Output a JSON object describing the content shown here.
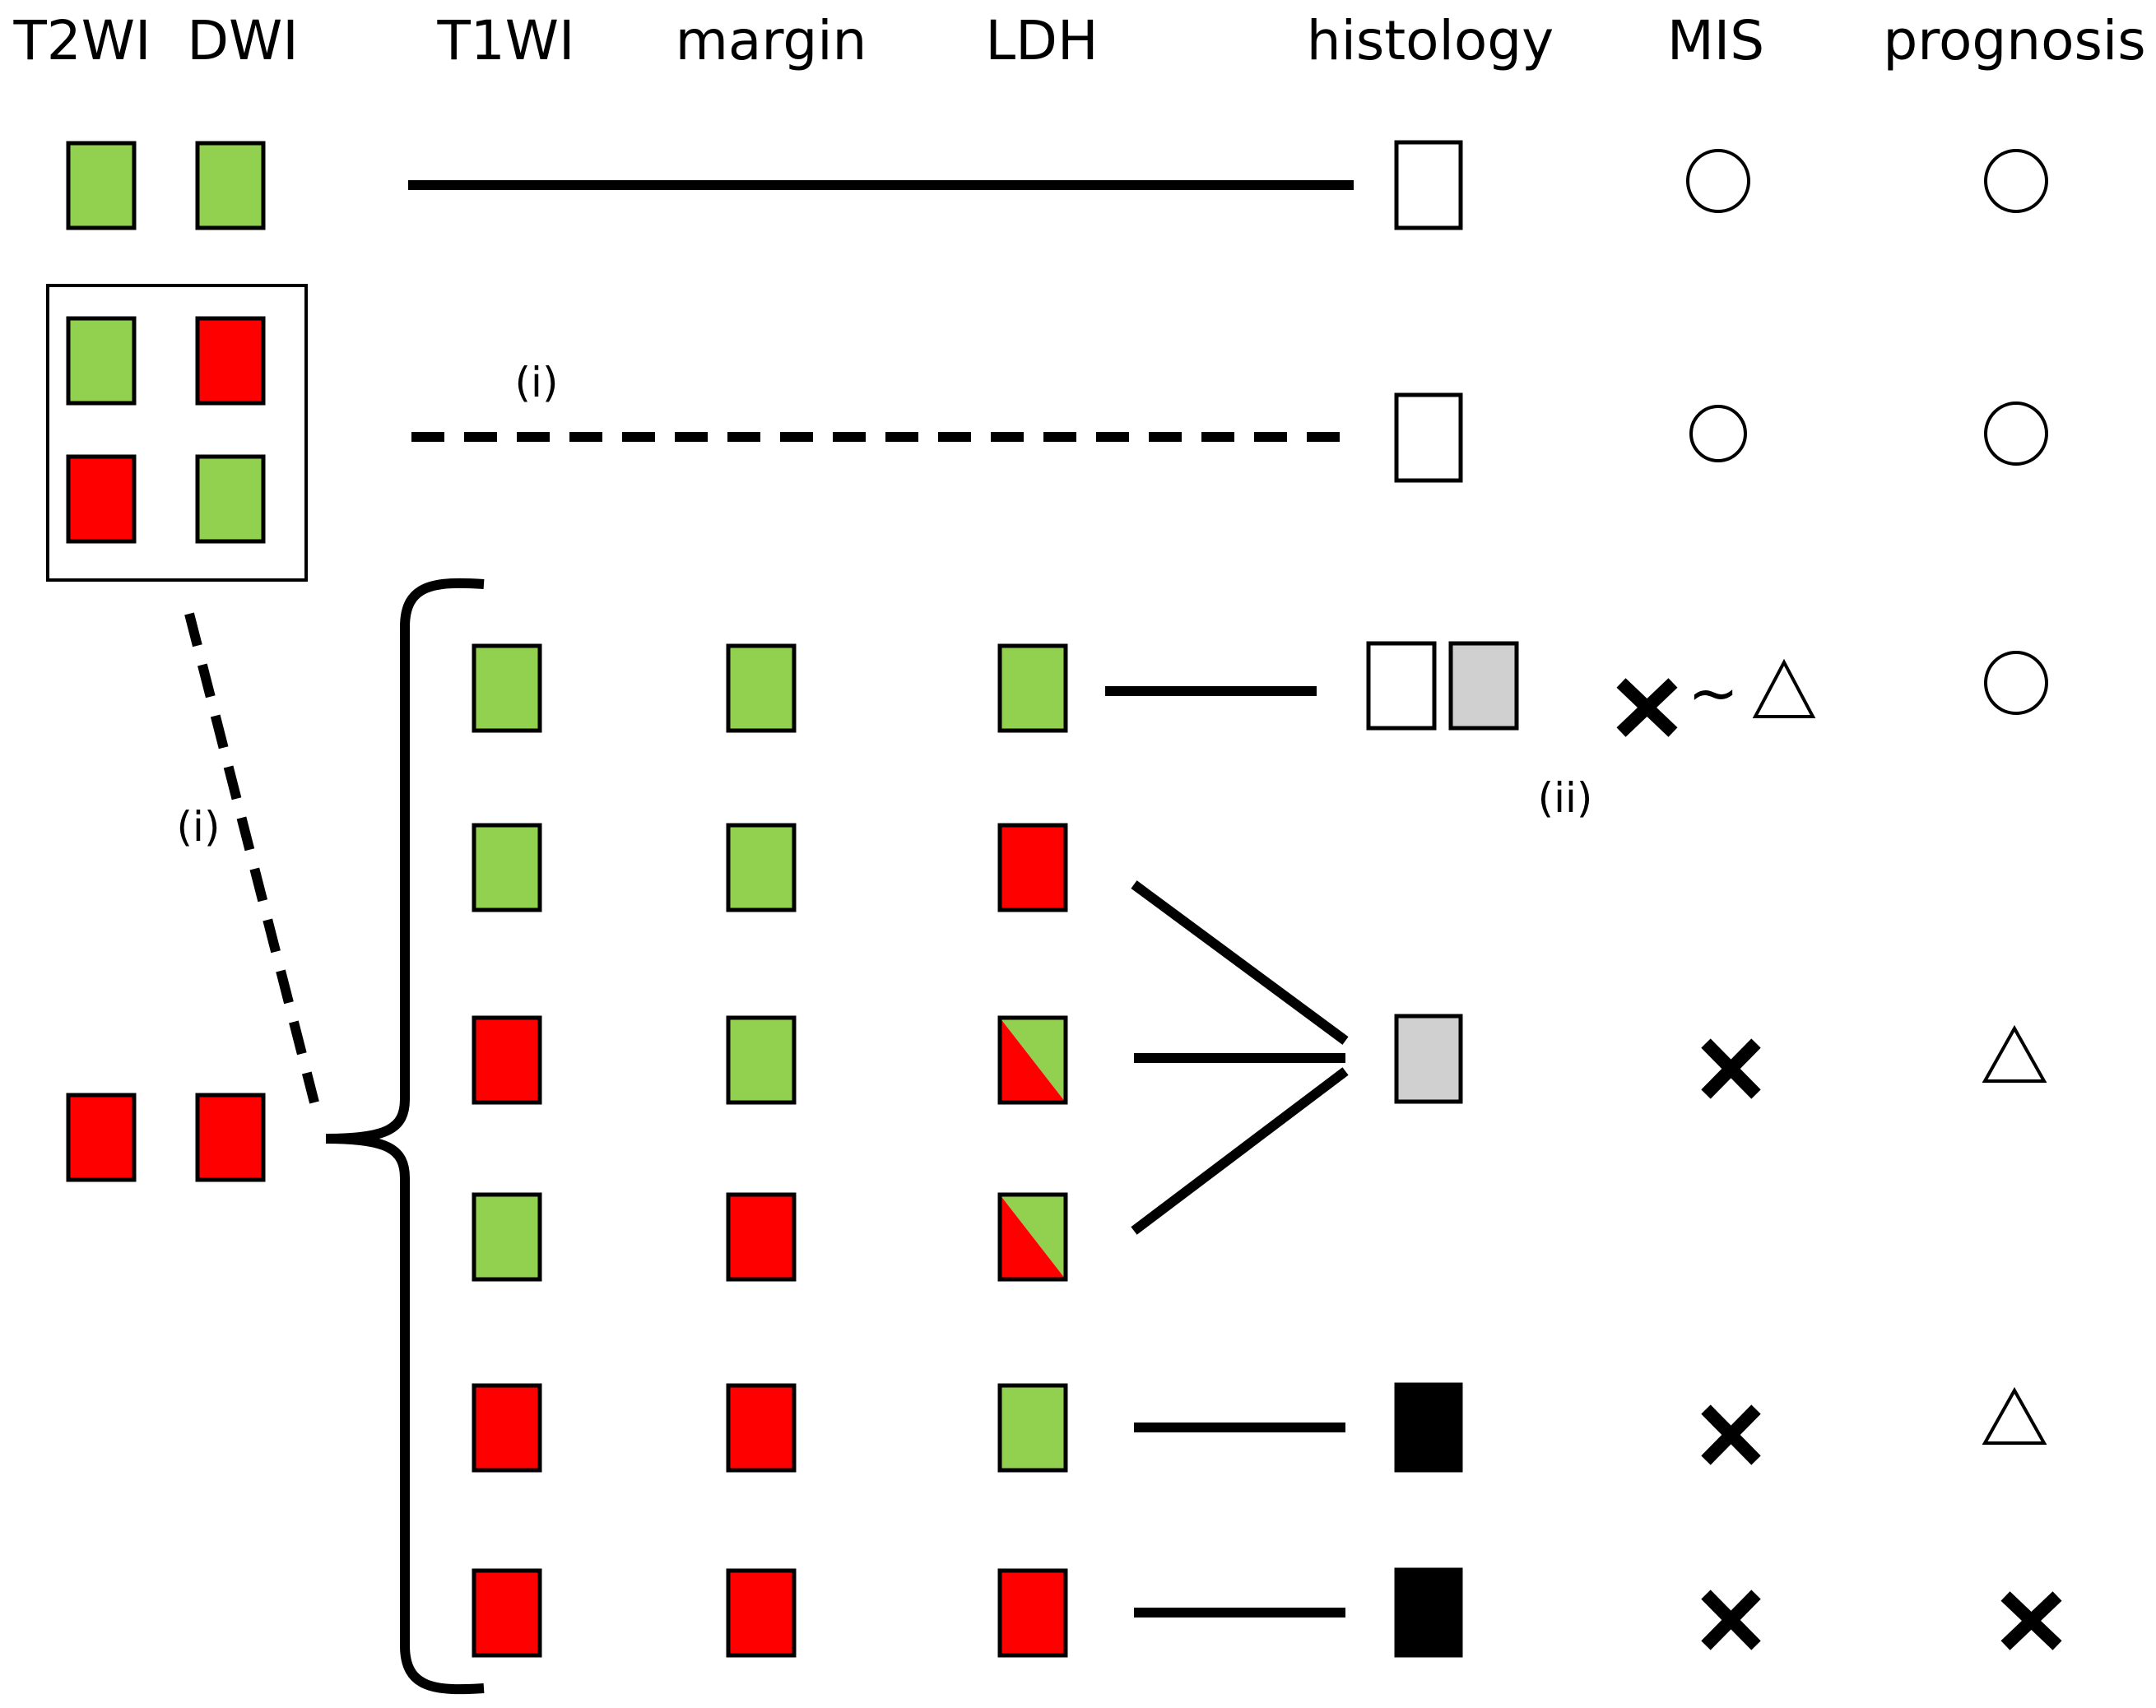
{
  "headers": {
    "t2wi": "T2WI",
    "dwi": "DWI",
    "t1wi": "T1WI",
    "margin": "margin",
    "ldh": "LDH",
    "histology": "histology",
    "mis": "MIS",
    "prognosis": "prognosis"
  },
  "notes": {
    "dashed_top": "(i)",
    "dashed_left": "(i)",
    "row3_label": "(ii)",
    "tilde": "~"
  },
  "colors": {
    "green": "#92d050",
    "red": "#ff0000",
    "white": "#ffffff",
    "gray": "#d0d0d0",
    "black": "#000000"
  },
  "legend_semantics": {
    "green_box": "green",
    "red_box": "red",
    "histology_boxes": [
      "white",
      "gray",
      "black"
    ],
    "outcome_symbols": [
      "circle",
      "triangle",
      "cross"
    ]
  },
  "rows": [
    {
      "t2wi": "green",
      "dwi": "green",
      "histology": [
        "white"
      ],
      "mis": [
        "circle"
      ],
      "prognosis": "circle"
    },
    {
      "t2wi_dwi_pairs": [
        [
          "green",
          "red"
        ],
        [
          "red",
          "green"
        ]
      ],
      "histology": [
        "white"
      ],
      "mis": [
        "circle"
      ],
      "prognosis": "circle"
    },
    {
      "t2wi": "red",
      "dwi": "red",
      "subrows": [
        {
          "t1wi": "green",
          "margin": "green",
          "ldh": "green",
          "histology": [
            "white",
            "gray"
          ],
          "mis": [
            "cross",
            "triangle"
          ],
          "prognosis": "circle"
        },
        {
          "t1wi": "green",
          "margin": "green",
          "ldh": "red"
        },
        {
          "t1wi": "red",
          "margin": "green",
          "ldh": "red-green"
        },
        {
          "t1wi": "green",
          "margin": "red",
          "ldh": "red-green",
          "histology": [
            "gray"
          ],
          "mis": [
            "cross"
          ],
          "prognosis": "triangle",
          "note": "subrows 2-4 share histology gray, MIS cross, prognosis triangle"
        },
        {
          "t1wi": "red",
          "margin": "red",
          "ldh": "green",
          "histology": [
            "black"
          ],
          "mis": [
            "cross"
          ],
          "prognosis": "triangle"
        },
        {
          "t1wi": "red",
          "margin": "red",
          "ldh": "red",
          "histology": [
            "black"
          ],
          "mis": [
            "cross"
          ],
          "prognosis": "cross"
        }
      ]
    }
  ]
}
